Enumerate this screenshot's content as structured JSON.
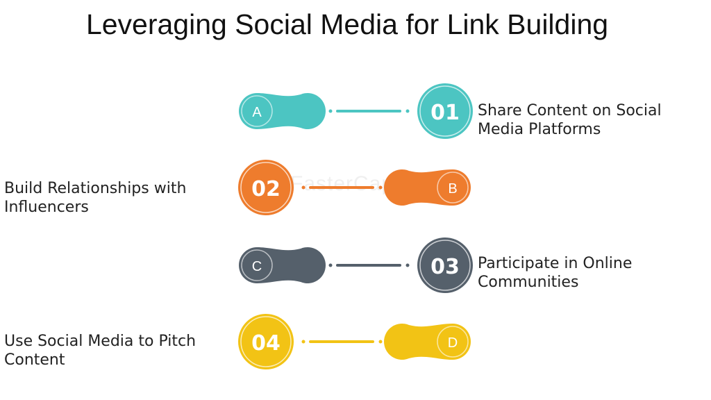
{
  "title": "Leveraging Social Media for Link Building",
  "watermark": "FasterCapital",
  "steps": [
    {
      "letter": "A",
      "number": "01",
      "text_line1": "Share Content on Social",
      "text_line2": "Media Platforms",
      "color": "#4cc5c2"
    },
    {
      "letter": "B",
      "number": "02",
      "text_line1": "Build Relationships with",
      "text_line2": "Influencers",
      "color": "#ee7c2d"
    },
    {
      "letter": "C",
      "number": "03",
      "text_line1": "Participate in Online",
      "text_line2": "Communities",
      "color": "#55606b"
    },
    {
      "letter": "D",
      "number": "04",
      "text_line1": "Use Social Media to Pitch",
      "text_line2": "Content",
      "color": "#f2c315"
    }
  ]
}
